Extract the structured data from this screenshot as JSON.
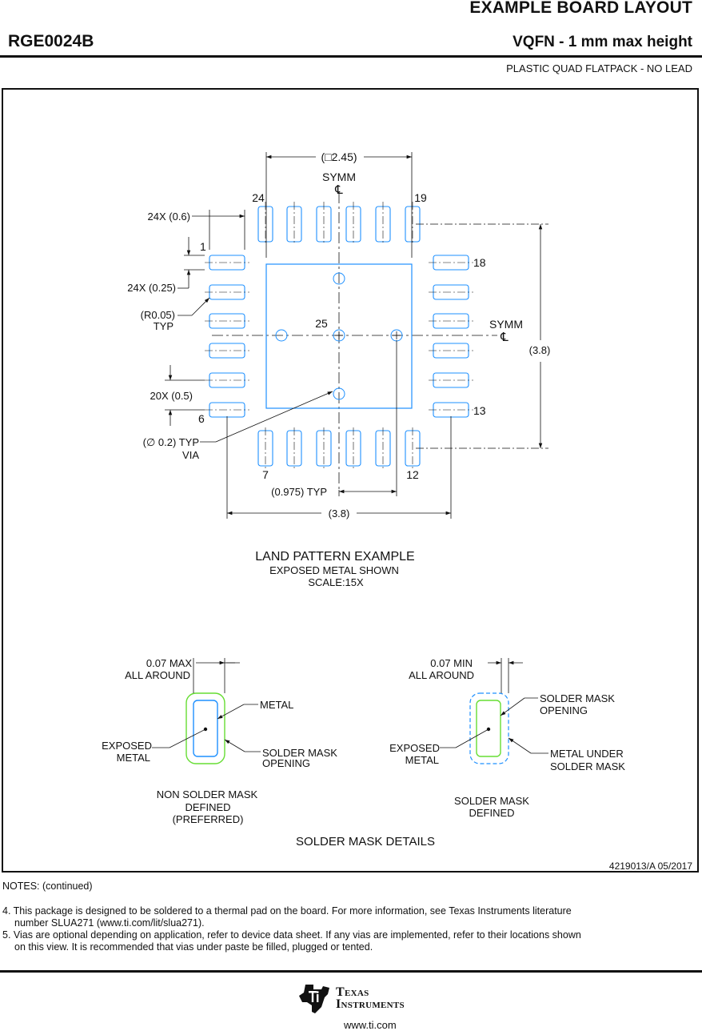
{
  "header": {
    "title": "EXAMPLE BOARD LAYOUT",
    "part_number": "RGE0024B",
    "package_name": "VQFN - 1 mm max height",
    "package_desc": "PLASTIC QUAD FLATPACK - NO LEAD"
  },
  "land_pattern": {
    "dim_top": "(□2.45)",
    "symm": "SYMM",
    "centerline": "℄",
    "pin_24": "24",
    "pin_19": "19",
    "pin_18": "18",
    "pin_13": "13",
    "pin_1": "1",
    "pin_6": "6",
    "pin_7": "7",
    "pin_12": "12",
    "pin_25": "25",
    "dim_pad_length": "24X (0.6)",
    "dim_pad_width": "24X (0.25)",
    "corner_radius": "(R0.05)",
    "corner_radius_typ": "TYP",
    "dim_pitch": "20X (0.5)",
    "via_dim": "(∅ 0.2) TYP",
    "via_label": "VIA",
    "dim_right": "(3.8)",
    "dim_via_offset": "(0.975) TYP",
    "dim_bottom": "(3.8)",
    "caption_title": "LAND PATTERN EXAMPLE",
    "caption_line2": "EXPOSED METAL SHOWN",
    "caption_line3": "SCALE:15X"
  },
  "solder_mask": {
    "nsmd_clear_1": "0.07 MAX",
    "nsmd_clear_2": "ALL AROUND",
    "nsmd_metal": "METAL",
    "nsmd_exposed_1": "EXPOSED",
    "nsmd_exposed_2": "METAL",
    "nsmd_opening_1": "SOLDER MASK",
    "nsmd_opening_2": "OPENING",
    "nsmd_caption_1": "NON SOLDER MASK",
    "nsmd_caption_2": "DEFINED",
    "nsmd_caption_3": "(PREFERRED)",
    "smd_clear_1": "0.07 MIN",
    "smd_clear_2": "ALL AROUND",
    "smd_opening_1": "SOLDER MASK",
    "smd_opening_2": "OPENING",
    "smd_exposed_1": "EXPOSED",
    "smd_exposed_2": "METAL",
    "smd_under_1": "METAL UNDER",
    "smd_under_2": "SOLDER MASK",
    "smd_caption_1": "SOLDER MASK",
    "smd_caption_2": "DEFINED",
    "details_title": "SOLDER MASK DETAILS",
    "colors": {
      "metal": "#1e90ff",
      "mask": "#66dd33",
      "line": "#111111"
    }
  },
  "drawing_id": "4219013/A   05/2017",
  "notes": {
    "heading": "NOTES: (continued)",
    "n4_line1": "4. This package is designed to be soldered to a thermal pad on the board. For more information, see Texas Instruments literature",
    "n4_line2": "number SLUA271 (www.ti.com/lit/slua271).",
    "n5_line1": "5. Vias are optional depending on application, refer to device data sheet. If any vias are implemented, refer to their locations shown",
    "n5_line2": "on this view. It is recommended that vias under paste be filled, plugged or tented."
  },
  "footer": {
    "brand_line1": "Texas",
    "brand_line2": "Instruments",
    "url": "www.ti.com",
    "logo_icon": "ti-logo-icon"
  }
}
